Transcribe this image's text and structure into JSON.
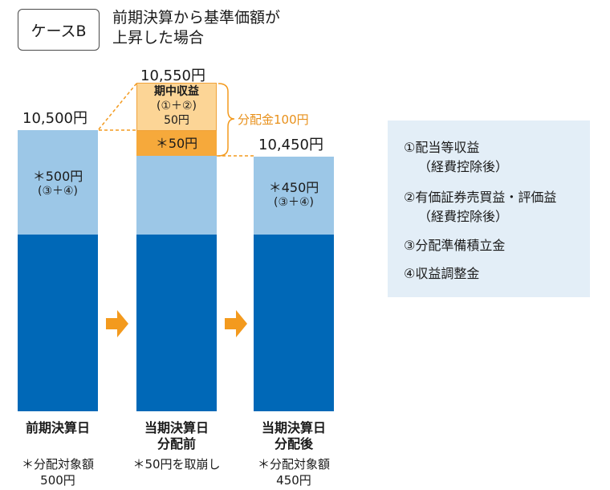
{
  "header": {
    "case_label": "ケースB",
    "title_line1": "前期決算から基準価額が",
    "title_line2": "上昇した場合"
  },
  "columns": [
    {
      "top_value": "10,500円",
      "light_label": "＊500円",
      "light_sub": "(③＋④)",
      "name_line1": "前期決算日",
      "name_line2": "",
      "note_line1": "＊分配対象額",
      "note_line2": "500円"
    },
    {
      "top_value": "10,550円",
      "box_line1": "期中収益",
      "box_line2": "(①＋②)",
      "box_line3": "50円",
      "orange_label": "＊50円",
      "brace_label": "分配金100円",
      "name_line1": "当期決算日",
      "name_line2": "分配前",
      "note_line1": "＊50円を取崩し",
      "note_line2": ""
    },
    {
      "top_value": "10,450円",
      "light_label": "＊450円",
      "light_sub": "(③＋④)",
      "name_line1": "当期決算日",
      "name_line2": "分配後",
      "note_line1": "＊分配対象額",
      "note_line2": "450円"
    }
  ],
  "legend": {
    "item1": "①配当等収益",
    "item1_sub": "（経費控除後）",
    "item2": "②有価証券売買益・評価益",
    "item2_sub": "（経費控除後）",
    "item3": "③分配準備積立金",
    "item4": "④収益調整金"
  },
  "colors": {
    "dark_blue": "#0068b7",
    "light_blue": "#9cc7e7",
    "orange": "#f6a93b",
    "light_orange": "#fcd596",
    "legend_bg": "#e3eef7"
  }
}
